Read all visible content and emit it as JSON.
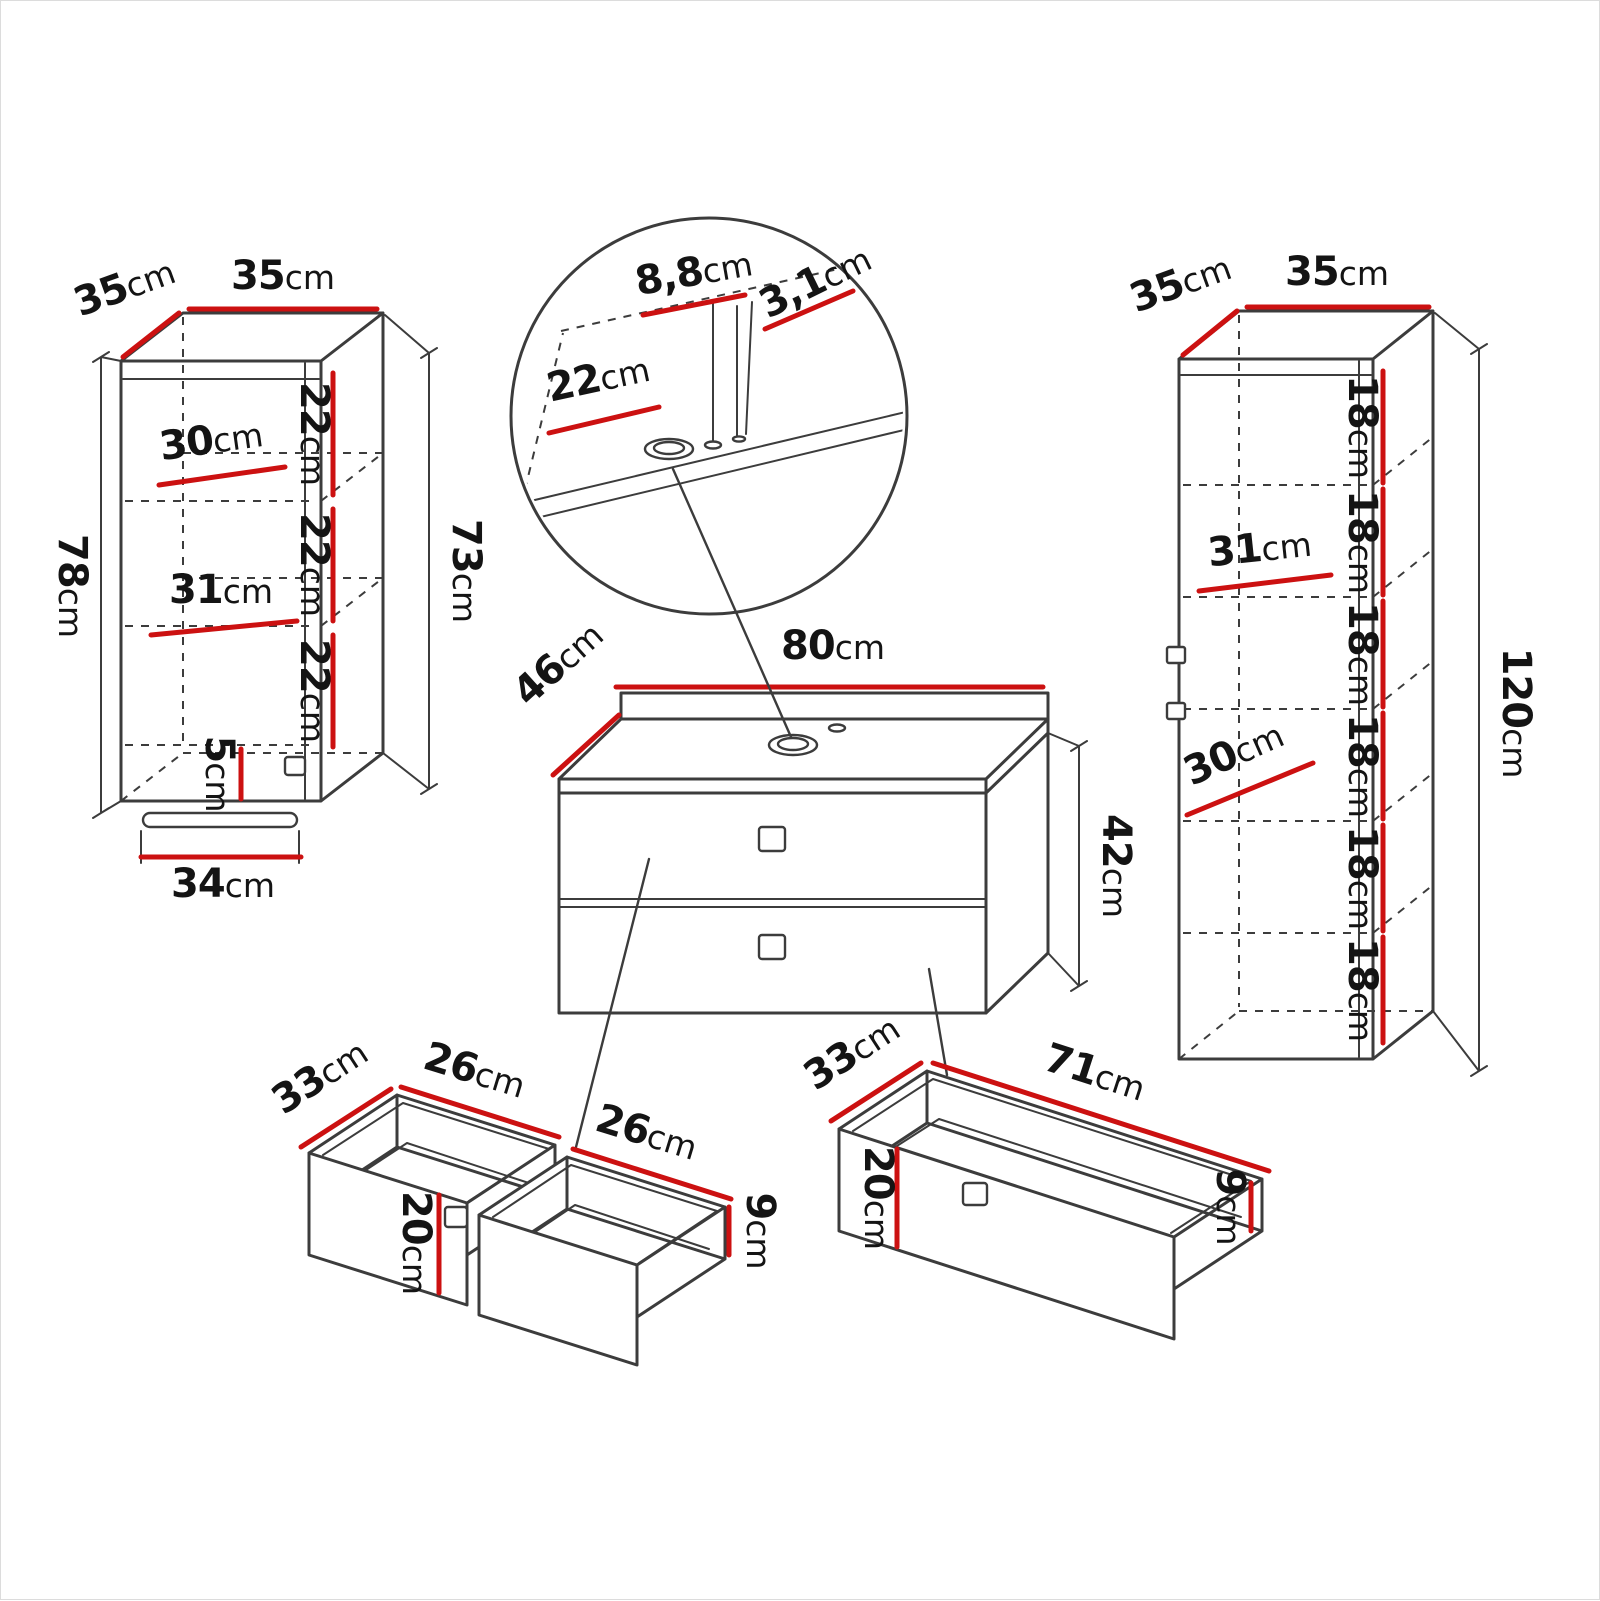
{
  "canvas": {
    "background": "#ffffff",
    "line_color": "#3c3c3c",
    "accent_red": "#cc1111"
  },
  "wall_cabinet": {
    "top_depth": "35cm",
    "top_width": "35cm",
    "outer_height": "78cm",
    "inner_height": "73cm",
    "upper_inner_width": "30cm",
    "middle_inner_width": "31cm",
    "compartment_heights": [
      "22cm",
      "22cm",
      "22cm"
    ],
    "bottom_clearance": "5cm",
    "bottom_width": "34cm"
  },
  "sink_detail": {
    "edge_to_hole": "22cm",
    "hole_back_offset": "8,8cm",
    "hole_diameter": "3,1cm"
  },
  "vanity_unit": {
    "width": "80cm",
    "depth": "46cm",
    "height": "42cm"
  },
  "tall_cabinet": {
    "top_depth": "35cm",
    "top_width": "35cm",
    "outer_height": "120cm",
    "upper_inner_width": "31cm",
    "lower_inner_width": "30cm",
    "compartment_heights": [
      "18cm",
      "18cm",
      "18cm",
      "18cm",
      "18cm",
      "18cm"
    ]
  },
  "inner_drawers": {
    "depth": "33cm",
    "back_width": "26cm",
    "front_width": "26cm",
    "front_height": "20cm",
    "side_height": "9cm"
  },
  "wide_drawer": {
    "depth": "33cm",
    "width": "71cm",
    "front_height": "20cm",
    "side_height": "9cm"
  }
}
